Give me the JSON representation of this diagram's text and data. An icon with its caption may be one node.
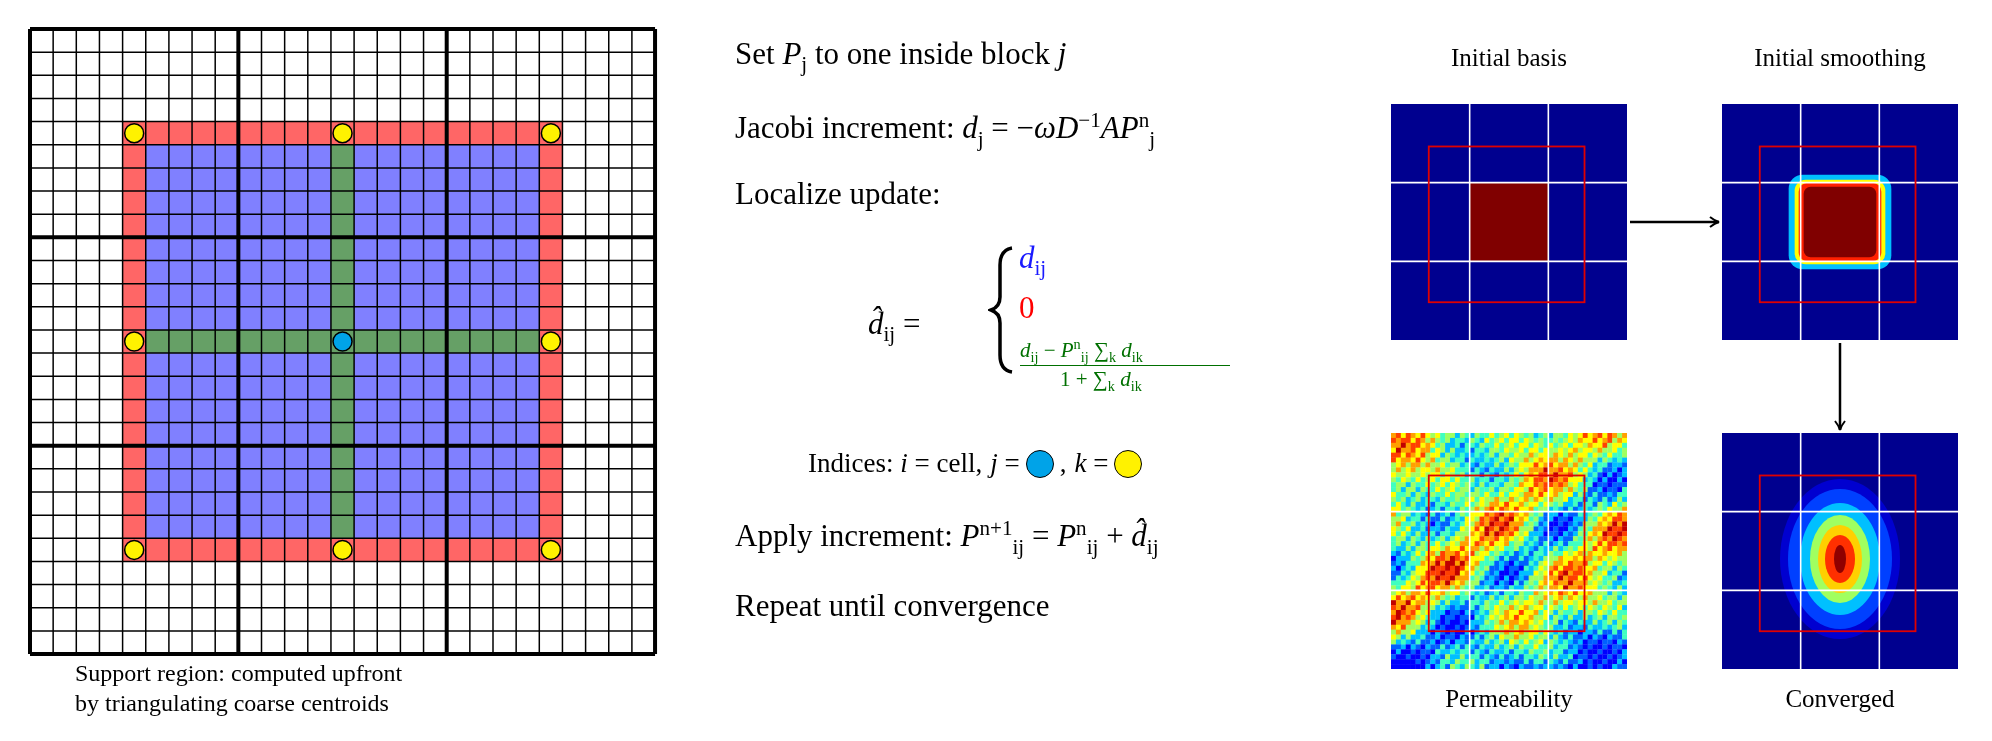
{
  "diagram": {
    "nodes": [
      {
        "text": [
          "Initial basis"
        ]
      },
      {
        "text": [
          "Initial smoothing"
        ]
      },
      {
        "text": [
          "Permeability"
        ]
      },
      {
        "text": [
          "Converged"
        ]
      }
    ],
    "edges": [
      {
        "from": 0,
        "to": 1,
        "arrow": "to"
      },
      {
        "from": 1,
        "to": 3,
        "arrow": "to"
      }
    ],
    "labels": [
      "Set *P*$_{j}$ to one inside block *j*",
      "Jacobi increment: *d*$_{j}$ = −*ωD*$^{−1}$*AP*$^{n}$$_{j}$",
      "Localize update:",
      "*d̂*$_{ij}$ =",
      "*d*$_{ij}$",
      "0",
      "*d*$_{ij}$ − *P*$^{n}$$_{ij}$ ∑$_{k}$ *d*$_{ik}$",
      "1 + ∑$_{k}$ *d*$_{ik}$",
      "Indices: *i* = cell,",
      ",",
      "Apply increment: *P*$^{n+1}$$_{ij}$ = *P*$^{n}$$_{ij}$ + *d̂*$_{ij}$",
      "Repeat until convergence",
      "Support region: computed upfront by triangulating coarse centroids"
    ],
    "legend": [
      {
        "text": "*j* =",
        "color": "#00a3e8"
      },
      {
        "text": "*k* =",
        "color": "#fff200"
      }
    ]
  }
}
